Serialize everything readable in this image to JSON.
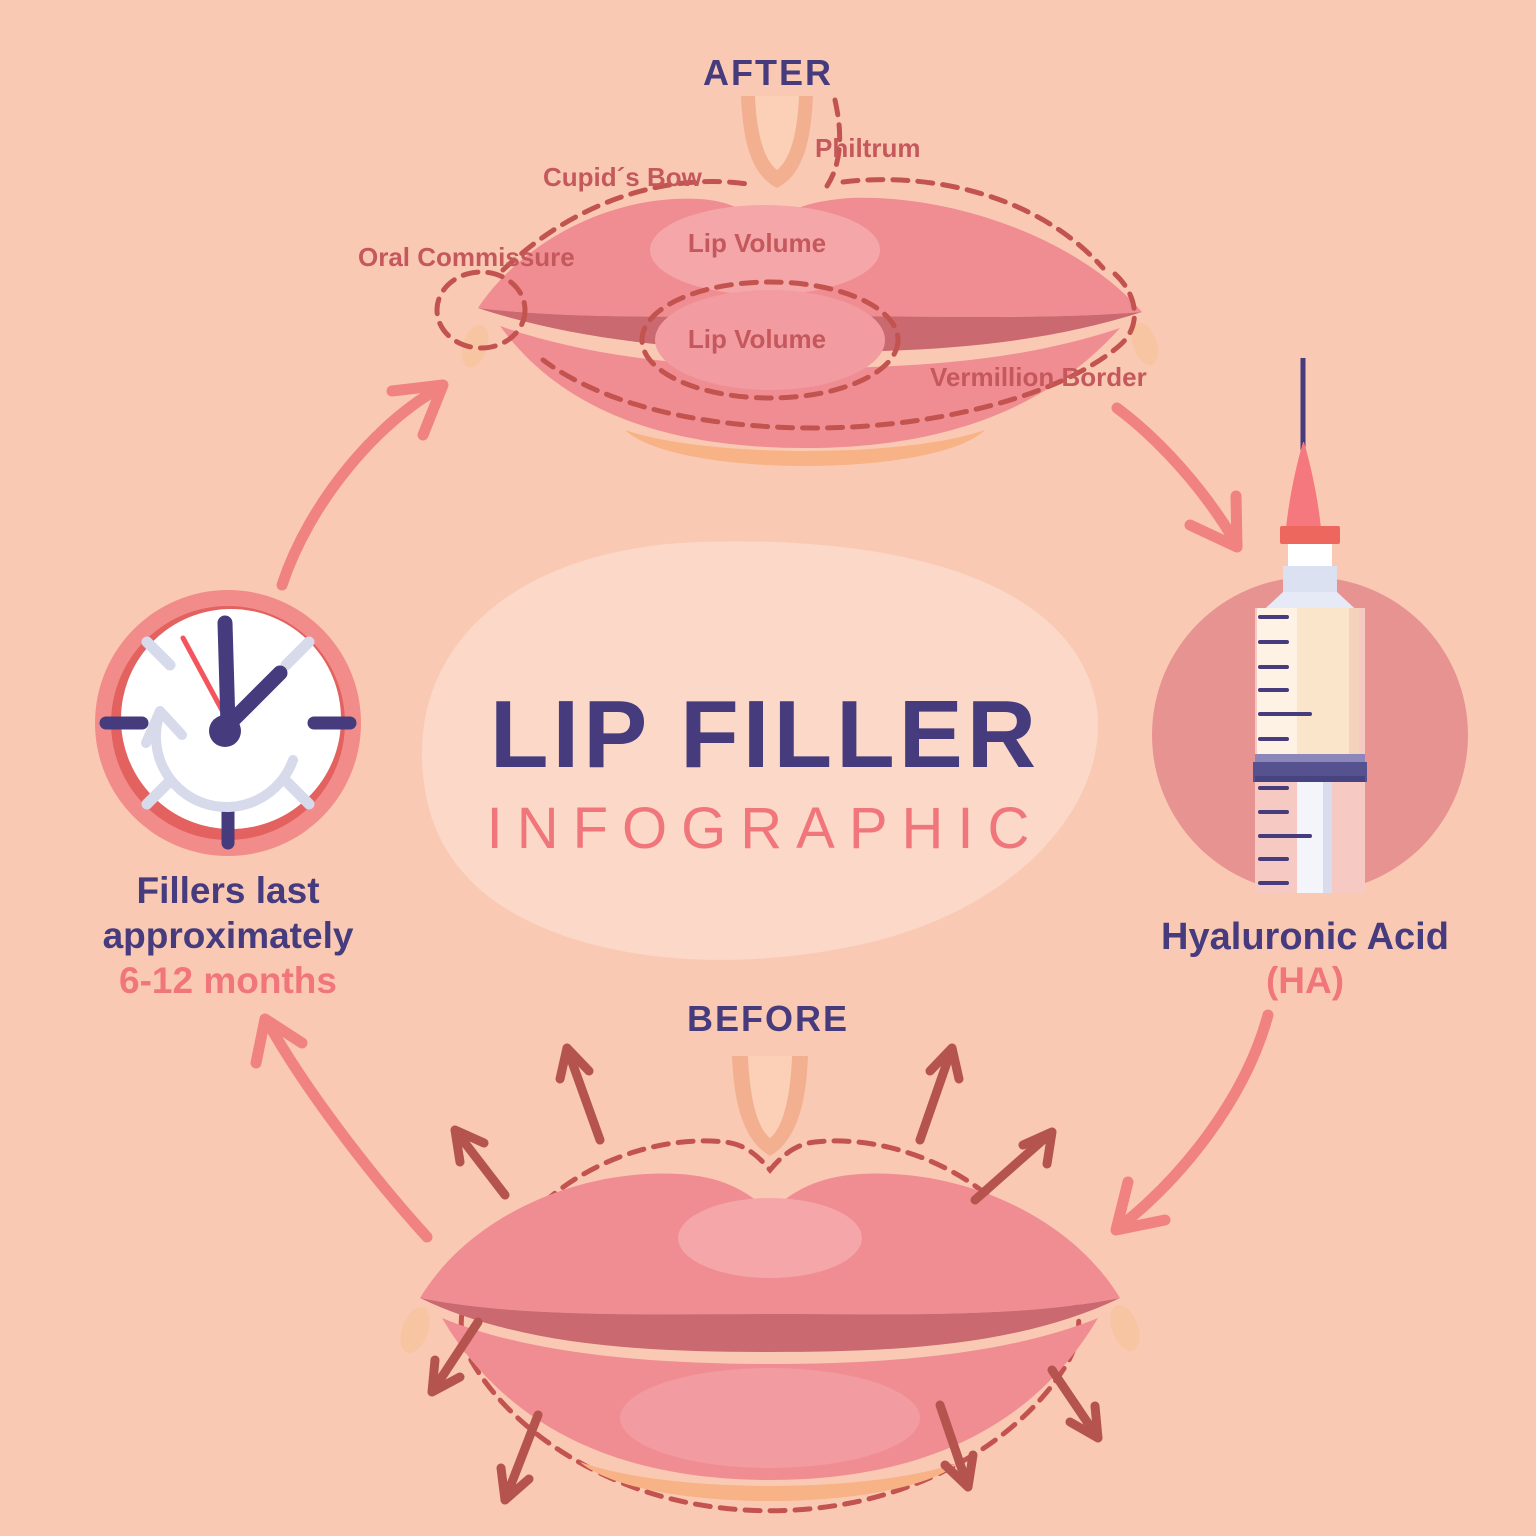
{
  "palette": {
    "bg": "#FAC9B4",
    "blob": "#FBD8C7",
    "navy": "#453B7D",
    "salmon": "#F0767C",
    "rose": "#C4585C",
    "dash": "#C2534E",
    "brick": "#B5544F",
    "cycle_arrow": "#F0827F",
    "lips": "#F08D92",
    "lips_dark": "#CA6970",
    "lips_light": "#F4A6A8",
    "lips_light2": "#F29BA0",
    "chin_shadow": "#F7B285",
    "philtrum_line": "#F3B091",
    "philtrum_fill": "#FBD0B6",
    "teardrop": "#F8C5A2",
    "clock_ring": "#F28C8A",
    "clock_ring_dark": "#E3625F",
    "clock_face": "#FFFFFF",
    "lavender": "#D7DAEA",
    "red_hand": "#F4555C",
    "circle_rose": "#E69392",
    "cream": "#FAE5CB",
    "cream_light": "#FDF2E4",
    "cream_dark": "#F3D3BC",
    "barrel_tint": "#F6C9C2",
    "cone": "#F4787D",
    "coral_band": "#EE675F",
    "cap_lavender": "#DCE1F2",
    "shoulder": "#E6EAF6",
    "seal": "#56528F",
    "seal_light": "#8B87BB",
    "seal_dark": "#474380",
    "rod": "#F4F5FA",
    "rod_shadow": "#D9DCEC"
  },
  "title": {
    "main": "LIP FILLER",
    "subtitle": "INFOGRAPHIC"
  },
  "after": {
    "heading": "AFTER",
    "labels": {
      "philtrum": "Philtrum",
      "cupids_bow": "Cupid´s Bow",
      "oral_commissure": "Oral Commissure",
      "lip_volume_upper": "Lip Volume",
      "lip_volume_lower": "Lip Volume",
      "vermillion_border": "Vermillion Border"
    }
  },
  "syringe": {
    "label_line1": "Hyaluronic Acid",
    "label_line2": "(HA)"
  },
  "duration": {
    "line1": "Fillers last",
    "line2": "approximately",
    "line3": "6-12 months"
  },
  "before": {
    "heading": "BEFORE"
  }
}
